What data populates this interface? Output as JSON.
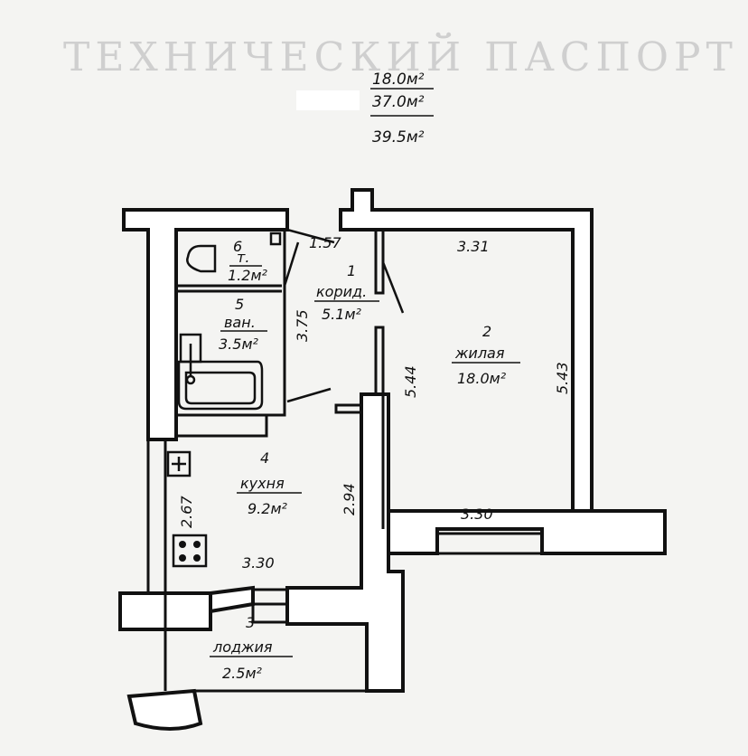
{
  "header": {
    "ghost_title": "ТЕХНИЧЕСКИЙ ПАСПОРТ",
    "area_living": "18.0м²",
    "area_total_rooms": "37.0м²",
    "area_total": "39.5м²"
  },
  "rooms": [
    {
      "id": "corridor",
      "number": "1",
      "name": "корид.",
      "area": "5.1м²"
    },
    {
      "id": "living",
      "number": "2",
      "name": "жилая",
      "area": "18.0м²"
    },
    {
      "id": "loggia",
      "number": "3",
      "name": "лоджия",
      "area": "2.5м²"
    },
    {
      "id": "kitchen",
      "number": "4",
      "name": "кухня",
      "area": "9.2м²"
    },
    {
      "id": "bathroom",
      "number": "5",
      "name": "ван.",
      "area": "3.5м²"
    },
    {
      "id": "toilet",
      "number": "6",
      "name": "т.",
      "area": "1.2м²"
    }
  ],
  "dimensions": {
    "corridor_width": "1.57",
    "living_top": "3.31",
    "living_bottom": "3.30",
    "living_left": "5.44",
    "living_right": "5.43",
    "bath_height": "3.75",
    "kitchen_right": "2.94",
    "kitchen_left": "2.67",
    "kitchen_bottom": "3.30"
  }
}
